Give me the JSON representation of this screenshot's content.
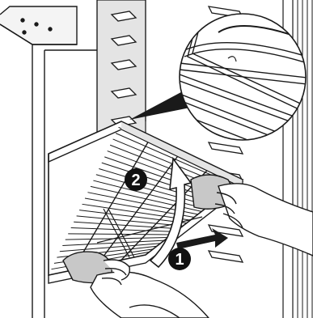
{
  "diagram": {
    "steps": [
      {
        "number": "1",
        "action": "pull-out"
      },
      {
        "number": "2",
        "action": "tilt-up"
      }
    ],
    "colors": {
      "line": "#1a1a1a",
      "shade": "#c8c8c8",
      "light_shade": "#e4e4e4",
      "arrow_fill": "#1a1a1a",
      "badge_fill": "#111111",
      "background": "#ffffff"
    }
  }
}
